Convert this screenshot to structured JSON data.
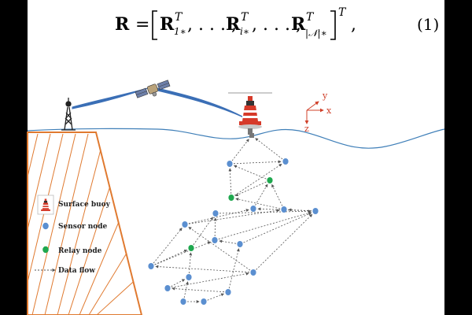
{
  "equation": {
    "lhs": "R",
    "equals": "=",
    "comma": ",",
    "item1_base": "R",
    "item1_sup": "T",
    "item1_sub": "1∗",
    "sep1": ", . . . ,",
    "item2_base": "R",
    "item2_sup": "T",
    "item2_sub": "i∗",
    "sep2": ", . . . ,",
    "item3_base": "R",
    "item3_sup": "T",
    "item3_sub": "|𝒩|∗",
    "outer_sup": "T",
    "number": "(1)"
  },
  "axes": {
    "y_label": "y",
    "x_label": "x",
    "z_label": "z"
  },
  "legend": [
    {
      "kind": "buoy",
      "label": "Surface buoy"
    },
    {
      "kind": "sensor",
      "label": "Sensor node"
    },
    {
      "kind": "relay",
      "label": "Relay node"
    },
    {
      "kind": "flow",
      "label": "Data flow"
    }
  ],
  "colors": {
    "sensor": "#5b8fd0",
    "relay": "#1fa84f",
    "buoy": "#d63a2a",
    "wave": "#3f7fb8",
    "seafloor": "#e07a30",
    "link": "#555555",
    "beam": "#3b6fb6",
    "axis": "#d0402a"
  },
  "network": {
    "nodes": [
      {
        "id": "b",
        "type": "buoy"
      },
      {
        "id": "n1",
        "type": "sensor"
      },
      {
        "id": "n2",
        "type": "sensor"
      },
      {
        "id": "n3",
        "type": "relay"
      },
      {
        "id": "n4",
        "type": "relay"
      },
      {
        "id": "n5",
        "type": "sensor"
      },
      {
        "id": "n6",
        "type": "sensor"
      },
      {
        "id": "n7",
        "type": "sensor"
      },
      {
        "id": "n8",
        "type": "sensor"
      },
      {
        "id": "n9",
        "type": "sensor"
      },
      {
        "id": "n10",
        "type": "sensor"
      },
      {
        "id": "n11",
        "type": "relay"
      },
      {
        "id": "n12",
        "type": "sensor"
      },
      {
        "id": "n13",
        "type": "sensor"
      },
      {
        "id": "n14",
        "type": "sensor"
      },
      {
        "id": "n15",
        "type": "sensor"
      },
      {
        "id": "n16",
        "type": "sensor"
      },
      {
        "id": "n17",
        "type": "sensor"
      },
      {
        "id": "n18",
        "type": "sensor"
      },
      {
        "id": "n19",
        "type": "sensor"
      }
    ],
    "links": [
      [
        "n1",
        "b"
      ],
      [
        "n2",
        "b"
      ],
      [
        "n1",
        "n2"
      ],
      [
        "n3",
        "n1"
      ],
      [
        "n4",
        "n1"
      ],
      [
        "n4",
        "n2"
      ],
      [
        "n3",
        "n4"
      ],
      [
        "n5",
        "n3"
      ],
      [
        "n6",
        "n3"
      ],
      [
        "n6",
        "n4"
      ],
      [
        "n7",
        "n5"
      ],
      [
        "n7",
        "n6"
      ],
      [
        "n8",
        "n7"
      ],
      [
        "n9",
        "n6"
      ],
      [
        "n10",
        "n8"
      ],
      [
        "n10",
        "n7"
      ],
      [
        "n11",
        "n8"
      ],
      [
        "n12",
        "n10"
      ],
      [
        "n12",
        "n11"
      ],
      [
        "n13",
        "n10"
      ],
      [
        "n14",
        "n12"
      ],
      [
        "n14",
        "n9"
      ],
      [
        "n15",
        "n11"
      ],
      [
        "n16",
        "n15"
      ],
      [
        "n16",
        "n14"
      ],
      [
        "n17",
        "n13"
      ],
      [
        "n17",
        "n16"
      ],
      [
        "n18",
        "n17"
      ],
      [
        "n19",
        "n18"
      ],
      [
        "n19",
        "n15"
      ],
      [
        "n12",
        "n9"
      ],
      [
        "n13",
        "n7"
      ],
      [
        "n9",
        "n5"
      ],
      [
        "n14",
        "n7"
      ]
    ]
  }
}
